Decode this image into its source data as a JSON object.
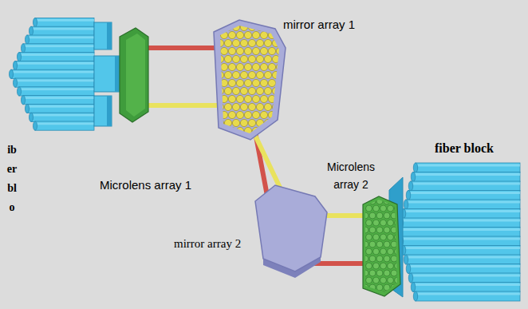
{
  "diagram": {
    "labels": [
      "mirror array 1",
      "Microlens array 1",
      "Microlens array 2",
      "mirror array 2",
      "fiber block",
      "iber blo"
    ]
  }
}
